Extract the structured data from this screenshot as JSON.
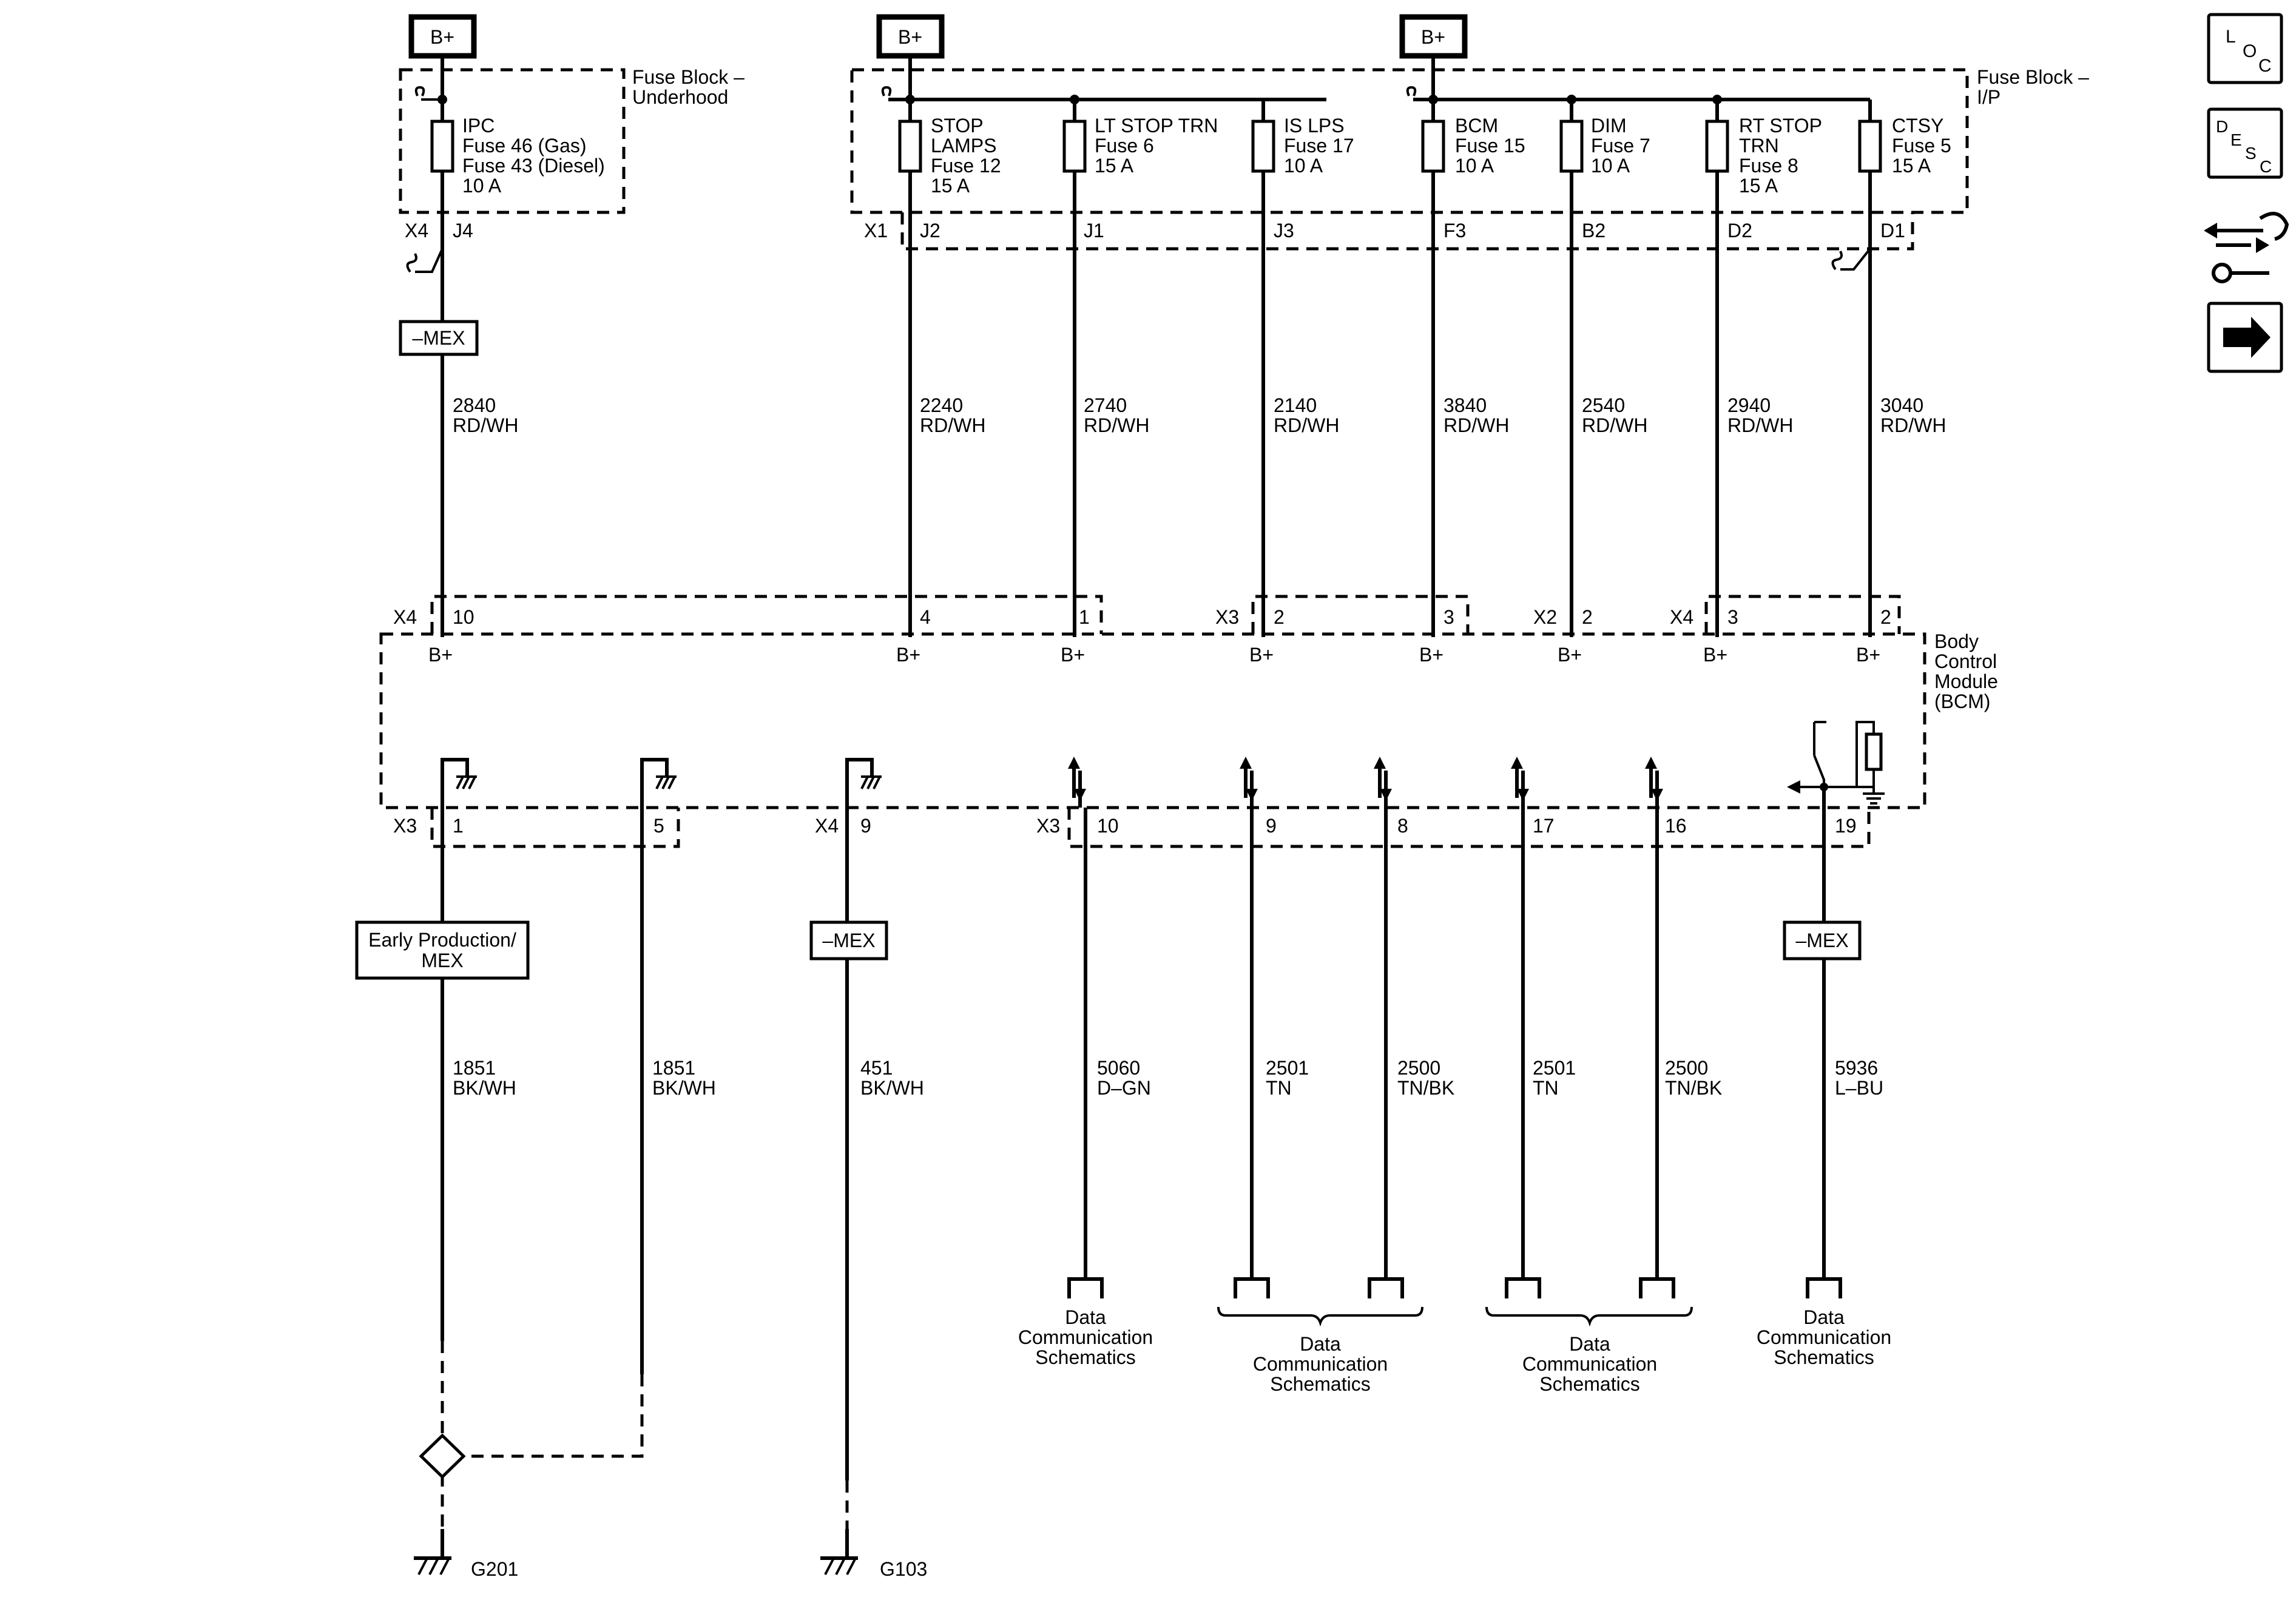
{
  "power_tags": [
    "B+",
    "B+",
    "B+"
  ],
  "fuse_block_underhood": {
    "label_lines": [
      "Fuse Block –",
      "Underhood"
    ]
  },
  "fuse_block_ip": {
    "label_lines": [
      "Fuse Block –",
      "I/P"
    ]
  },
  "fuses": [
    {
      "id": "ipc",
      "lines": [
        "IPC",
        "Fuse 46 (Gas)",
        "Fuse 43 (Diesel)",
        "10 A"
      ]
    },
    {
      "id": "stop-lamps",
      "lines": [
        "STOP",
        "LAMPS",
        "Fuse 12",
        "15 A"
      ]
    },
    {
      "id": "lt-stop-trn",
      "lines": [
        "LT STOP TRN",
        "Fuse 6",
        "15 A"
      ]
    },
    {
      "id": "is-lps",
      "lines": [
        "IS LPS",
        "Fuse 17",
        "10 A"
      ]
    },
    {
      "id": "bcm",
      "lines": [
        "BCM",
        "Fuse 15",
        "10 A"
      ]
    },
    {
      "id": "dim",
      "lines": [
        "DIM",
        "Fuse 7",
        "10 A"
      ]
    },
    {
      "id": "rt-stop-trn",
      "lines": [
        "RT STOP",
        "TRN",
        "Fuse 8",
        "15 A"
      ]
    },
    {
      "id": "ctsy",
      "lines": [
        "CTSY",
        "Fuse 5",
        "15 A"
      ]
    }
  ],
  "fuse_connectors": {
    "underhood": {
      "connector": "X4",
      "pin": "J4"
    },
    "ip": {
      "connector": "X1",
      "pins": [
        "J2",
        "J1",
        "J3",
        "F3",
        "B2",
        "D2",
        "D1"
      ]
    }
  },
  "option_tags": {
    "mex": "–MEX",
    "early_production": [
      "Early Production/",
      "MEX"
    ]
  },
  "upper_wires": [
    {
      "circuit": "2840",
      "color": "RD/WH"
    },
    {
      "circuit": "2240",
      "color": "RD/WH"
    },
    {
      "circuit": "2740",
      "color": "RD/WH"
    },
    {
      "circuit": "2140",
      "color": "RD/WH"
    },
    {
      "circuit": "3840",
      "color": "RD/WH"
    },
    {
      "circuit": "2540",
      "color": "RD/WH"
    },
    {
      "circuit": "2940",
      "color": "RD/WH"
    },
    {
      "circuit": "3040",
      "color": "RD/WH"
    }
  ],
  "bcm_top_connectors": {
    "connectors": [
      "X4",
      "X3",
      "X2",
      "X4"
    ],
    "pins": [
      "10",
      "4",
      "1",
      "2",
      "3",
      "2",
      "3",
      "2"
    ],
    "terminal_label": "B+"
  },
  "bcm": {
    "label_lines": [
      "Body",
      "Control",
      "Module",
      "(BCM)"
    ]
  },
  "bcm_bottom_connectors": {
    "connectors": [
      "X3",
      "X4",
      "X3"
    ],
    "pins": [
      "1",
      "5",
      "9",
      "10",
      "9",
      "8",
      "17",
      "16",
      "19"
    ]
  },
  "lower_wires": [
    {
      "circuit": "1851",
      "color": "BK/WH"
    },
    {
      "circuit": "1851",
      "color": "BK/WH"
    },
    {
      "circuit": "451",
      "color": "BK/WH"
    },
    {
      "circuit": "5060",
      "color": "D–GN"
    },
    {
      "circuit": "2501",
      "color": "TN"
    },
    {
      "circuit": "2500",
      "color": "TN/BK"
    },
    {
      "circuit": "2501",
      "color": "TN"
    },
    {
      "circuit": "2500",
      "color": "TN/BK"
    },
    {
      "circuit": "5936",
      "color": "L–BU"
    }
  ],
  "grounds": [
    "G201",
    "G103"
  ],
  "data_comm_label": [
    "Data",
    "Communication",
    "Schematics"
  ],
  "nav_icons": [
    {
      "name": "location",
      "letters": [
        "L",
        "O",
        "C"
      ]
    },
    {
      "name": "description",
      "letters": [
        "D",
        "E",
        "S",
        "C"
      ]
    },
    {
      "name": "diagnostic"
    },
    {
      "name": "next-page"
    }
  ]
}
